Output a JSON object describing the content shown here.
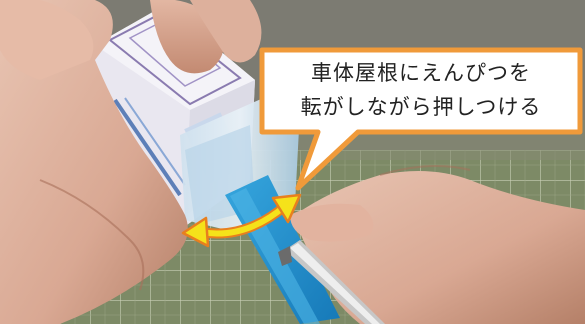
{
  "callout": {
    "line1": "車体屋根にえんぴつを",
    "line2": "転がしながら押しつける",
    "border_color": "#f09a3a",
    "fill_color": "#ffffff"
  },
  "arrow": {
    "icon": "double-headed-curved-arrow",
    "color": "#f5e21a",
    "outline_color": "#e87f1e"
  }
}
